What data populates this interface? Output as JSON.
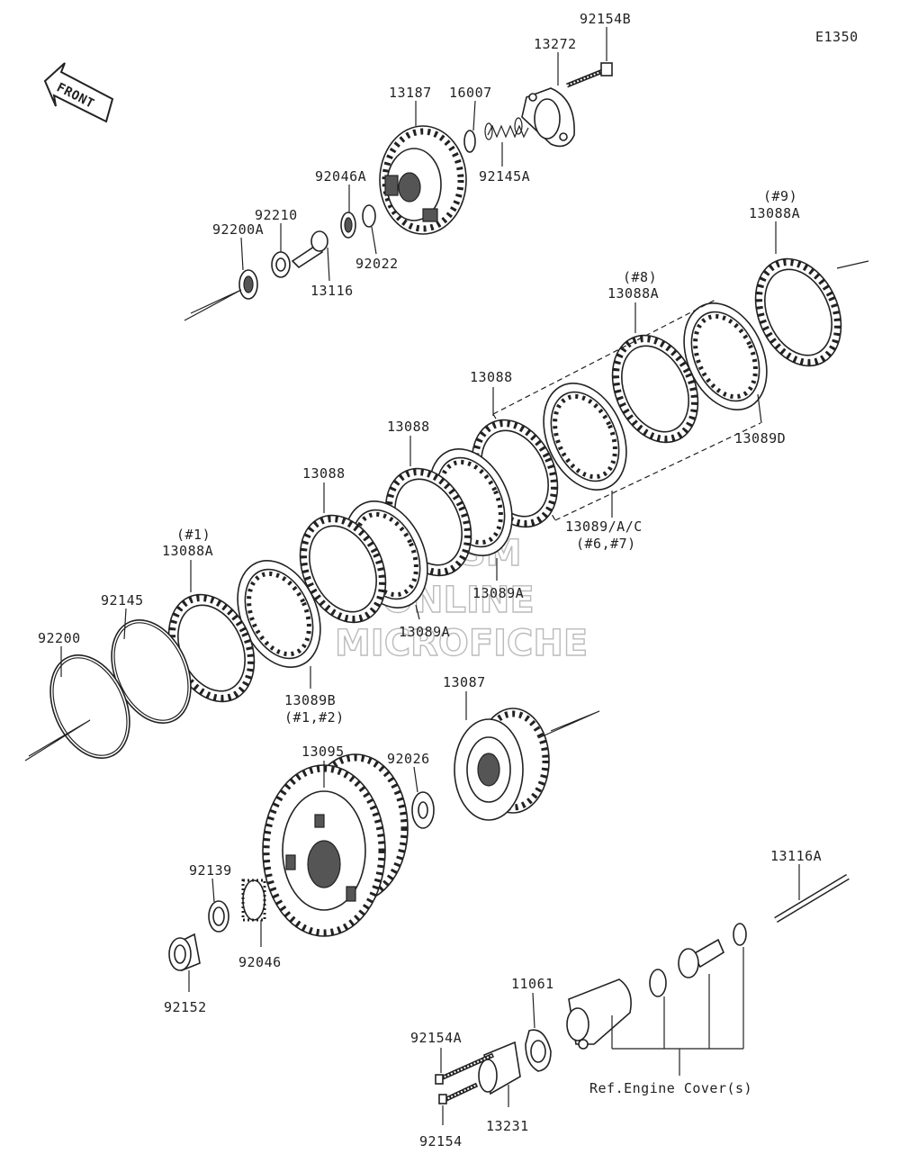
{
  "diagram_code": "E1350",
  "front_label": "FRONT",
  "parts": {
    "p92154B": "92154B",
    "p13272": "13272",
    "p13187": "13187",
    "p16007": "16007",
    "p92145A": "92145A",
    "p92046A": "92046A",
    "p92210": "92210",
    "p92200A": "92200A",
    "p92022": "92022",
    "p13116": "13116",
    "p9_tag": "(#9)",
    "p13088A_9": "13088A",
    "p8_tag": "(#8)",
    "p13088A_8": "13088A",
    "p13089D": "13089D",
    "p13088_a": "13088",
    "p13088_b": "13088",
    "p13088_c": "13088",
    "p13089AC": "13089/A/C",
    "p67_tag": "(#6,#7)",
    "p13089A_a": "13089A",
    "p13089A_b": "13089A",
    "p1_tag": "(#1)",
    "p13088A_1": "13088A",
    "p92145": "92145",
    "p92200": "92200",
    "p13089B": "13089B",
    "p12_tag": "(#1,#2)",
    "p13087": "13087",
    "p13095": "13095",
    "p92026": "92026",
    "p92139": "92139",
    "p92046": "92046",
    "p92152": "92152",
    "p13116A": "13116A",
    "p11061": "11061",
    "p92154A": "92154A",
    "p92154": "92154",
    "p13231": "13231",
    "ref_engine_cover": "Ref.Engine Cover(s)"
  },
  "watermark": {
    "line1": "HLSM",
    "line2": "ONLINE",
    "line3": "MICROFICHE"
  }
}
